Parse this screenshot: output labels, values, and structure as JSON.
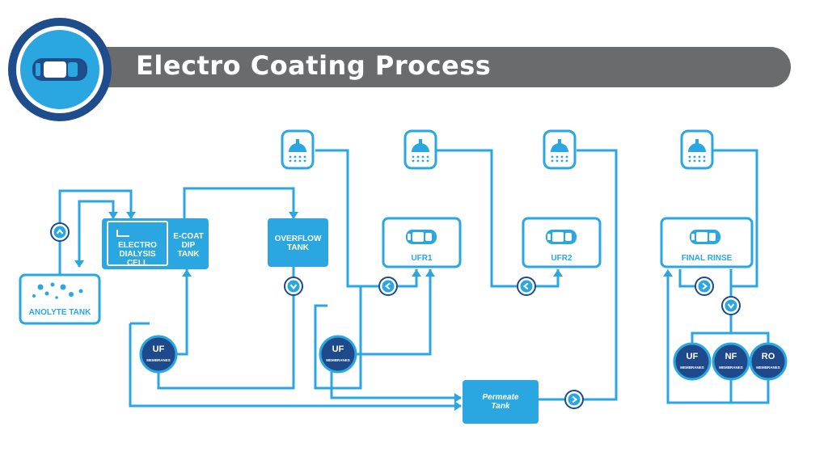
{
  "header": {
    "title": "Electro Coating Process"
  },
  "nodes": {
    "electro_dialysis_cell": "ELECTRO\nDIALYSIS CELL",
    "ecoat_dip_tank": "E-COAT\nDIP\nTANK",
    "overflow_tank": "OVERFLOW\nTANK",
    "anolyte_tank": "ANOLYTE TANK",
    "ufr1": "UFR1",
    "ufr2": "UFR2",
    "final_rinse": "FINAL RINSE",
    "permeate_tank": "Permeate\nTank"
  },
  "membranes": {
    "uf": "UF",
    "nf": "NF",
    "ro": "RO",
    "sub": "MEMBRANES"
  },
  "colors": {
    "pipe": "#2aa7e1",
    "box": "#2aa7e1",
    "membrane": "#1e4a8c",
    "header": "#6a6b6d"
  },
  "icons": [
    "car-icon",
    "shower-icon",
    "pump-icon",
    "bubbles-icon"
  ]
}
